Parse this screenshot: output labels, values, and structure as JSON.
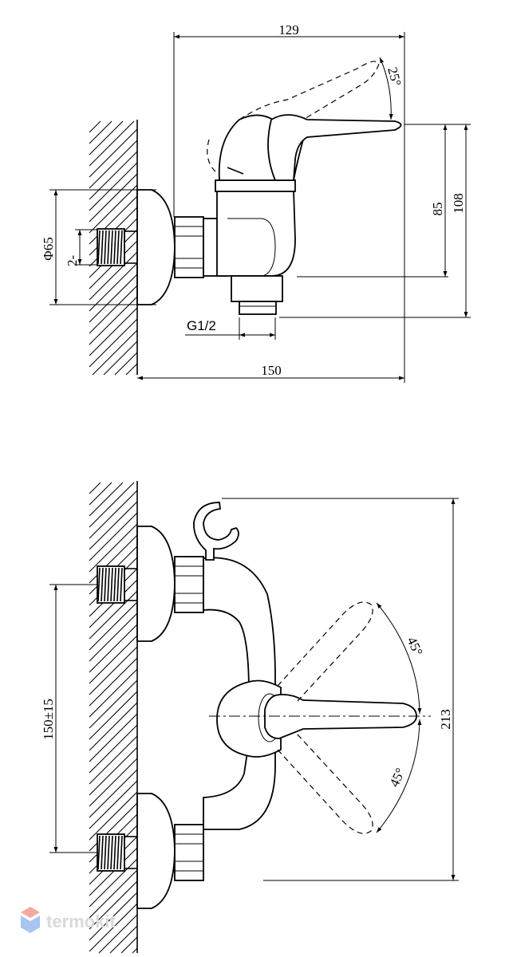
{
  "side_view": {
    "dims": {
      "top_width": "129",
      "handle_angle": "25°",
      "height_inner": "85",
      "height_outer": "108",
      "flange_diameter": "Φ65",
      "thread_note": "2-",
      "outlet_thread": "G1/2",
      "bottom_width": "150"
    }
  },
  "front_view": {
    "dims": {
      "connection_spacing": "150±15",
      "total_height": "213",
      "angle_upper": "45°",
      "angle_lower": "45°"
    }
  },
  "logo": {
    "text": "termokit",
    "color": "#d9d9dd",
    "accent_top": "#f07a6a",
    "accent_bottom": "#7aa6ea"
  }
}
